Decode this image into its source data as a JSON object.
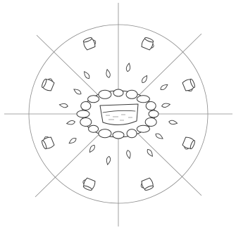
{
  "drawing": {
    "subject": "",
    "style": {
      "ink_color": "#3a3a3a",
      "guide_color": "#8a8a8a",
      "paper_color": "#ffffff"
    },
    "circle_divisions": 8,
    "jug_count": 8,
    "droplet_count": 16,
    "center_stone_count": 16
  }
}
